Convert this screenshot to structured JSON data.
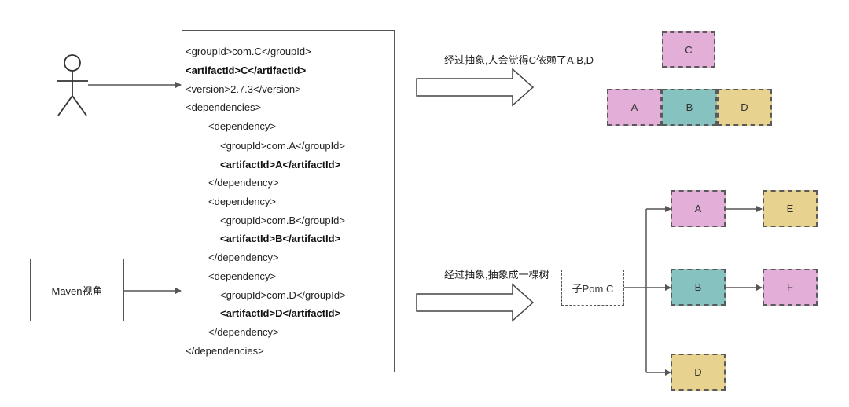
{
  "pom_lines": [
    {
      "text": "<groupId>com.C</groupId>",
      "bold": false
    },
    {
      "text": "<artifactId>C</artifactId>",
      "bold": true
    },
    {
      "text": "<version>2.7.3</version>",
      "bold": false
    },
    {
      "text": "<dependencies>",
      "bold": false
    },
    {
      "text": "<dependency>",
      "bold": false
    },
    {
      "text": "<groupId>com.A</groupId>",
      "bold": false
    },
    {
      "text": "<artifactId>A</artifactId>",
      "bold": true
    },
    {
      "text": "</dependency>",
      "bold": false
    },
    {
      "text": "<dependency>",
      "bold": false
    },
    {
      "text": "<groupId>com.B</groupId>",
      "bold": false
    },
    {
      "text": "<artifactId>B</artifactId>",
      "bold": true
    },
    {
      "text": "</dependency>",
      "bold": false
    },
    {
      "text": "<dependency>",
      "bold": false
    },
    {
      "text": "<groupId>com.D</groupId>",
      "bold": false
    },
    {
      "text": "<artifactId>D</artifactId>",
      "bold": true
    },
    {
      "text": "</dependency>",
      "bold": false
    },
    {
      "text": "</dependencies>",
      "bold": false
    }
  ],
  "maven_label": "Maven视角",
  "caption_human": "经过抽象,人会觉得C依赖了A,B,D",
  "caption_maven": "经过抽象,抽象成一棵树",
  "human_view": {
    "top": "C",
    "row": [
      "A",
      "B",
      "D"
    ]
  },
  "tree": {
    "root": "子Pom C",
    "level1": [
      "A",
      "B",
      "D"
    ],
    "level2": [
      "E",
      "F"
    ]
  },
  "colors": {
    "A": "#e3aed8",
    "B": "#86c3c0",
    "C": "#e3aed8",
    "D": "#e8d28f",
    "E": "#e8d28f",
    "F": "#e3aed8"
  }
}
